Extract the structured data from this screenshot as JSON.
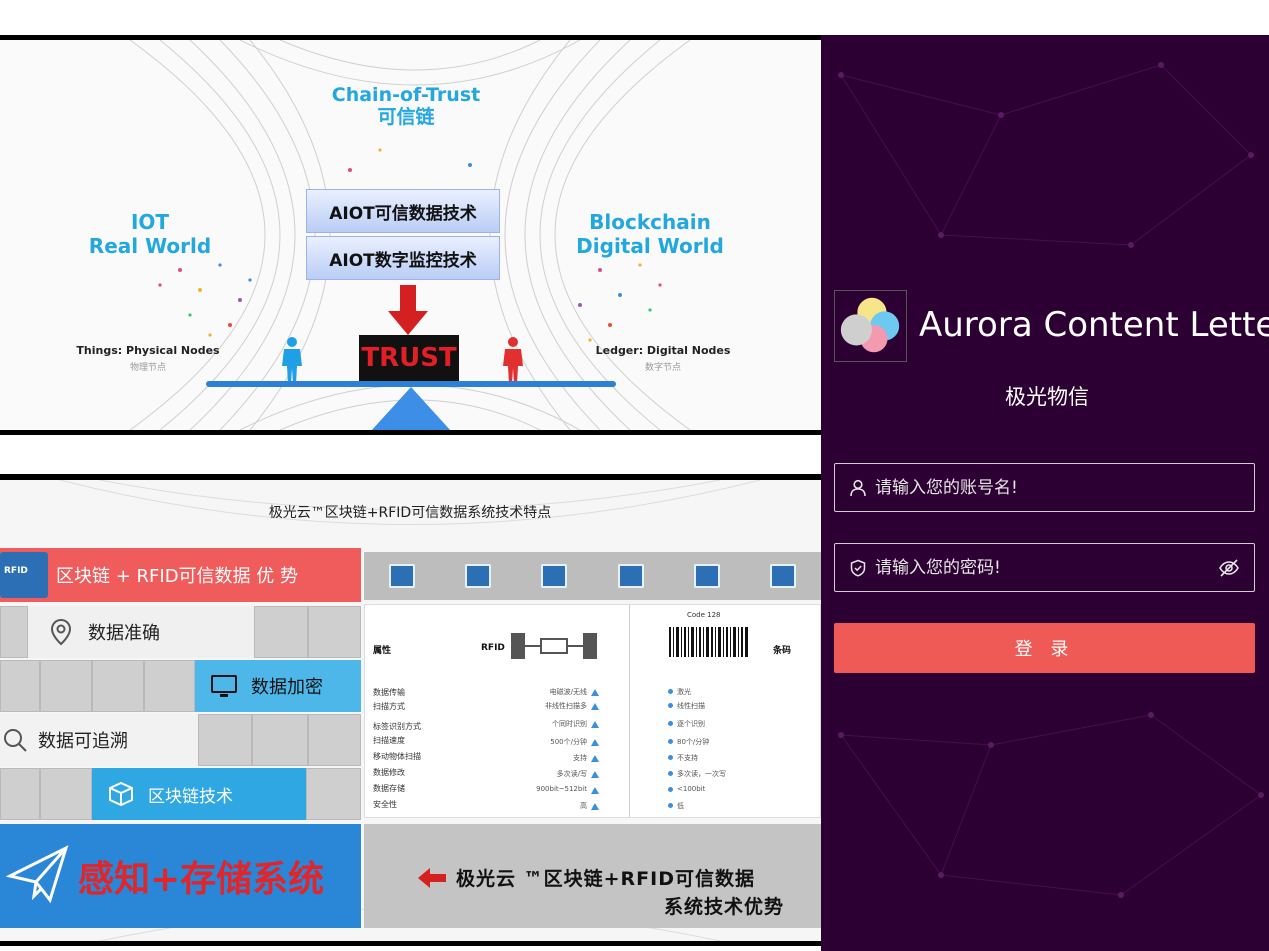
{
  "illustration_top": {
    "chain_title_en": "Chain-of-Trust",
    "chain_title_cn": "可信链",
    "iot_line1": "IOT",
    "iot_line2": "Real World",
    "blockchain_line1": "Blockchain",
    "blockchain_line2": "Digital World",
    "tech_box_1": "AIOT可信数据技术",
    "tech_box_2": "AIOT数字监控技术",
    "trust_label": "TRUST",
    "things_label": "Things: Physical Nodes",
    "things_sub": "物理节点",
    "ledger_label": "Ledger:  Digital Nodes",
    "ledger_sub": "数字节点"
  },
  "illustration_bottom": {
    "title": "极光云™区块链+RFID可信数据系统技术特点",
    "rfid_badge": "RFID",
    "feature_head": "区块链 + RFID可信数据 优 势",
    "features": [
      {
        "label": "数据准确",
        "icon": "location-pin-icon"
      },
      {
        "label": "数据加密",
        "icon": "monitor-icon"
      },
      {
        "label": "数据可追溯",
        "icon": "search-icon"
      },
      {
        "label": "区块链技术",
        "icon": "cube-icon"
      }
    ],
    "sense_label": "感知+存储系统",
    "table": {
      "header_attr": "属性",
      "header_rfid": "RFID",
      "header_barcode": "条码",
      "barcode_title": "Code 128",
      "rows": [
        {
          "attr": "数据传输",
          "rfid": "电磁波/无线",
          "barcode": "激光"
        },
        {
          "attr": "扫描方式",
          "rfid": "非线性扫描多",
          "barcode": "线性扫描"
        },
        {
          "attr": "标签识别方式",
          "rfid": "个同时识别",
          "barcode": "逐个识别"
        },
        {
          "attr": "扫描速度",
          "rfid": "500个/分钟",
          "barcode": "80个/分钟"
        },
        {
          "attr": "移动物体扫描",
          "rfid": "支持",
          "barcode": "不支持"
        },
        {
          "attr": "数据修改",
          "rfid": "多次读/写",
          "barcode": "多次读，一次写"
        },
        {
          "attr": "数据存储",
          "rfid": "900bit~512bit",
          "barcode": "<100bit"
        },
        {
          "attr": "安全性",
          "rfid": "高",
          "barcode": "低"
        }
      ]
    },
    "advantage_line1": "极光云 ™区块链+RFID可信数据",
    "advantage_line2": "系统技术优势"
  },
  "login": {
    "brand_name": "Aurora Content Letter",
    "brand_cn": "极光物信",
    "username_placeholder": "请输入您的账号名!",
    "password_placeholder": "请输入您的密码!",
    "submit_label": "登 录"
  },
  "colors": {
    "panel_bg": "#2d0033",
    "button": "#ef5a56",
    "accent_blue": "#22a7df"
  }
}
